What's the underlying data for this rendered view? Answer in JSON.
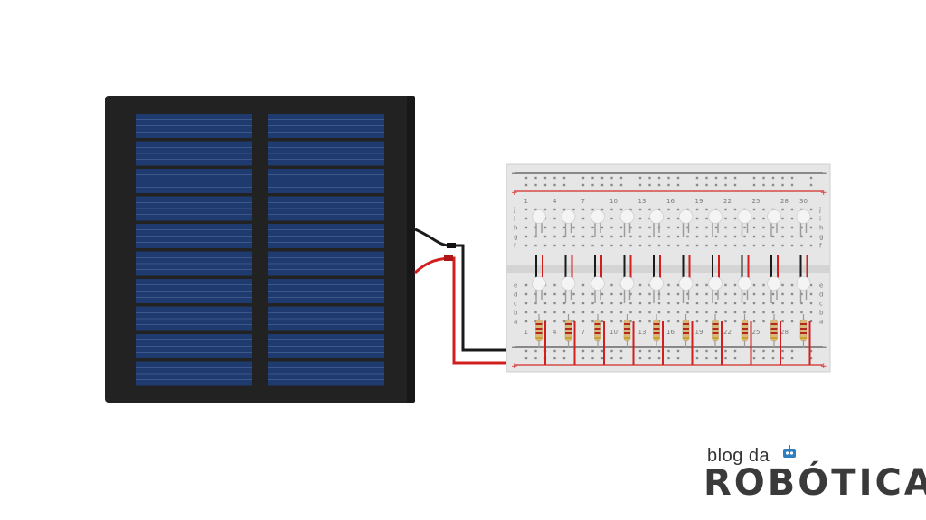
{
  "breadboard": {
    "row_letters_top": [
      "j",
      "i",
      "h",
      "g",
      "f"
    ],
    "row_letters_bottom": [
      "e",
      "d",
      "c",
      "b",
      "a"
    ],
    "column_numbers_top": [
      "1",
      "4",
      "7",
      "10",
      "13",
      "16",
      "19",
      "22",
      "25",
      "28",
      "30"
    ],
    "column_numbers_bottom": [
      "1",
      "4",
      "7",
      "10",
      "13",
      "16",
      "19",
      "22",
      "25",
      "28"
    ],
    "rail_minus": "−",
    "rail_plus": "+"
  },
  "leds": {
    "count": 10
  },
  "logo": {
    "small": "blog da",
    "big": "ROBÓTICA"
  },
  "colors": {
    "panel_frame": "#222222",
    "cell": "#1f3a6e",
    "wire_red": "#d11f1f",
    "wire_black": "#1a1a1a",
    "breadboard": "#e6e6e6",
    "rail_red": "#d42a2a"
  }
}
